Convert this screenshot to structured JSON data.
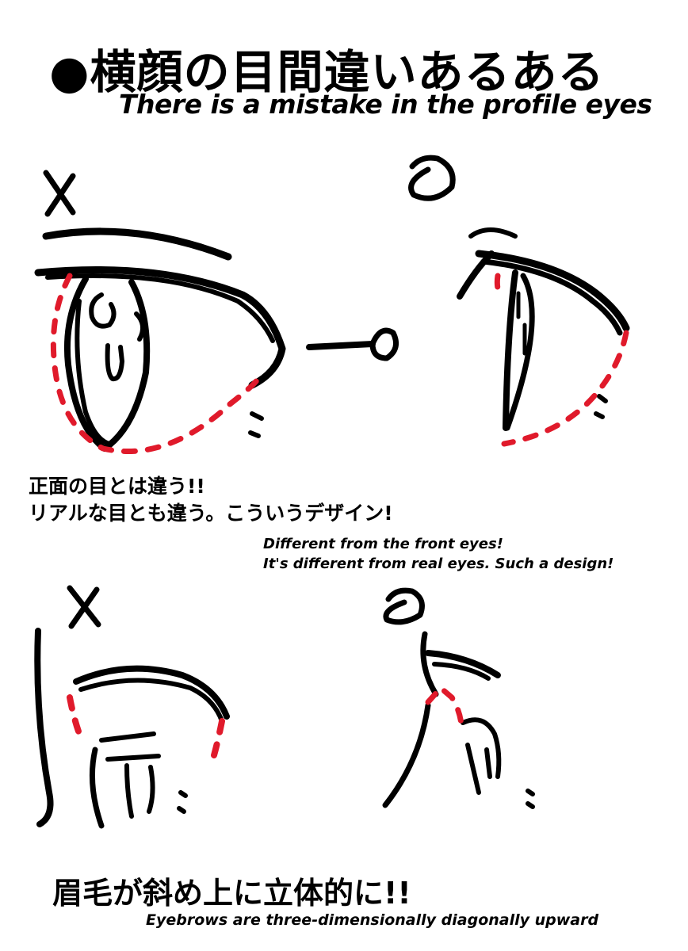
{
  "title": {
    "jp": "●横顔の目間違いあるある",
    "en": "There is a mistake in the profile eyes"
  },
  "marks": {
    "wrong": "X",
    "correct": "O"
  },
  "notes": {
    "jp_line1": "正面の目とは違う!!",
    "jp_line2": "リアルな目とも違う。こういうデザイン!",
    "en_line1": "Different from the front eyes!",
    "en_line2": "It's different from real eyes. Such a design!"
  },
  "bottom": {
    "jp": "眉毛が斜め上に立体的に!!",
    "en": "Eyebrows are three-dimensionally diagonally upward"
  },
  "colors": {
    "ink": "#000000",
    "guide": "#e01a2b",
    "background": "#ffffff"
  }
}
